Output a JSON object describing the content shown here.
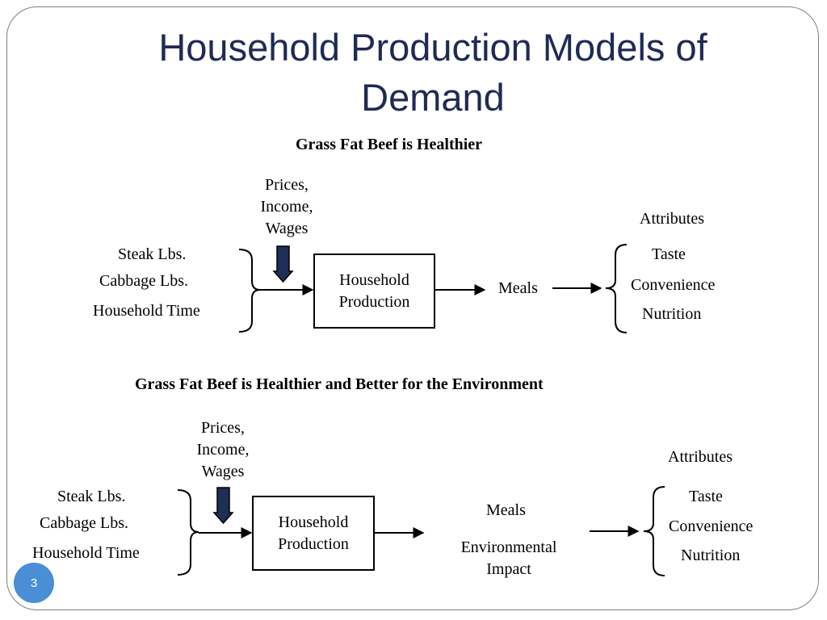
{
  "slide": {
    "title_line1": "Household Production Models of",
    "title_line2": "Demand",
    "page_number": "3"
  },
  "diagram1": {
    "heading": "Grass Fat Beef is Healthier",
    "prices_line1": "Prices,",
    "prices_line2": "Income,",
    "prices_line3": "Wages",
    "inputs": [
      "Steak Lbs.",
      "Cabbage Lbs.",
      "Household Time"
    ],
    "box_line1": "Household",
    "box_line2": "Production",
    "output": "Meals",
    "attributes_label": "Attributes",
    "attributes": [
      "Taste",
      "Convenience",
      "Nutrition"
    ]
  },
  "diagram2": {
    "heading": "Grass Fat Beef is Healthier and Better for the Environment",
    "prices_line1": "Prices,",
    "prices_line2": "Income,",
    "prices_line3": "Wages",
    "inputs": [
      "Steak Lbs.",
      "Cabbage Lbs.",
      "Household Time"
    ],
    "box_line1": "Household",
    "box_line2": "Production",
    "output1": "Meals",
    "output2_line1": "Environmental",
    "output2_line2": "Impact",
    "attributes_label": "Attributes",
    "attributes": [
      "Taste",
      "Convenience",
      "Nutrition"
    ]
  }
}
